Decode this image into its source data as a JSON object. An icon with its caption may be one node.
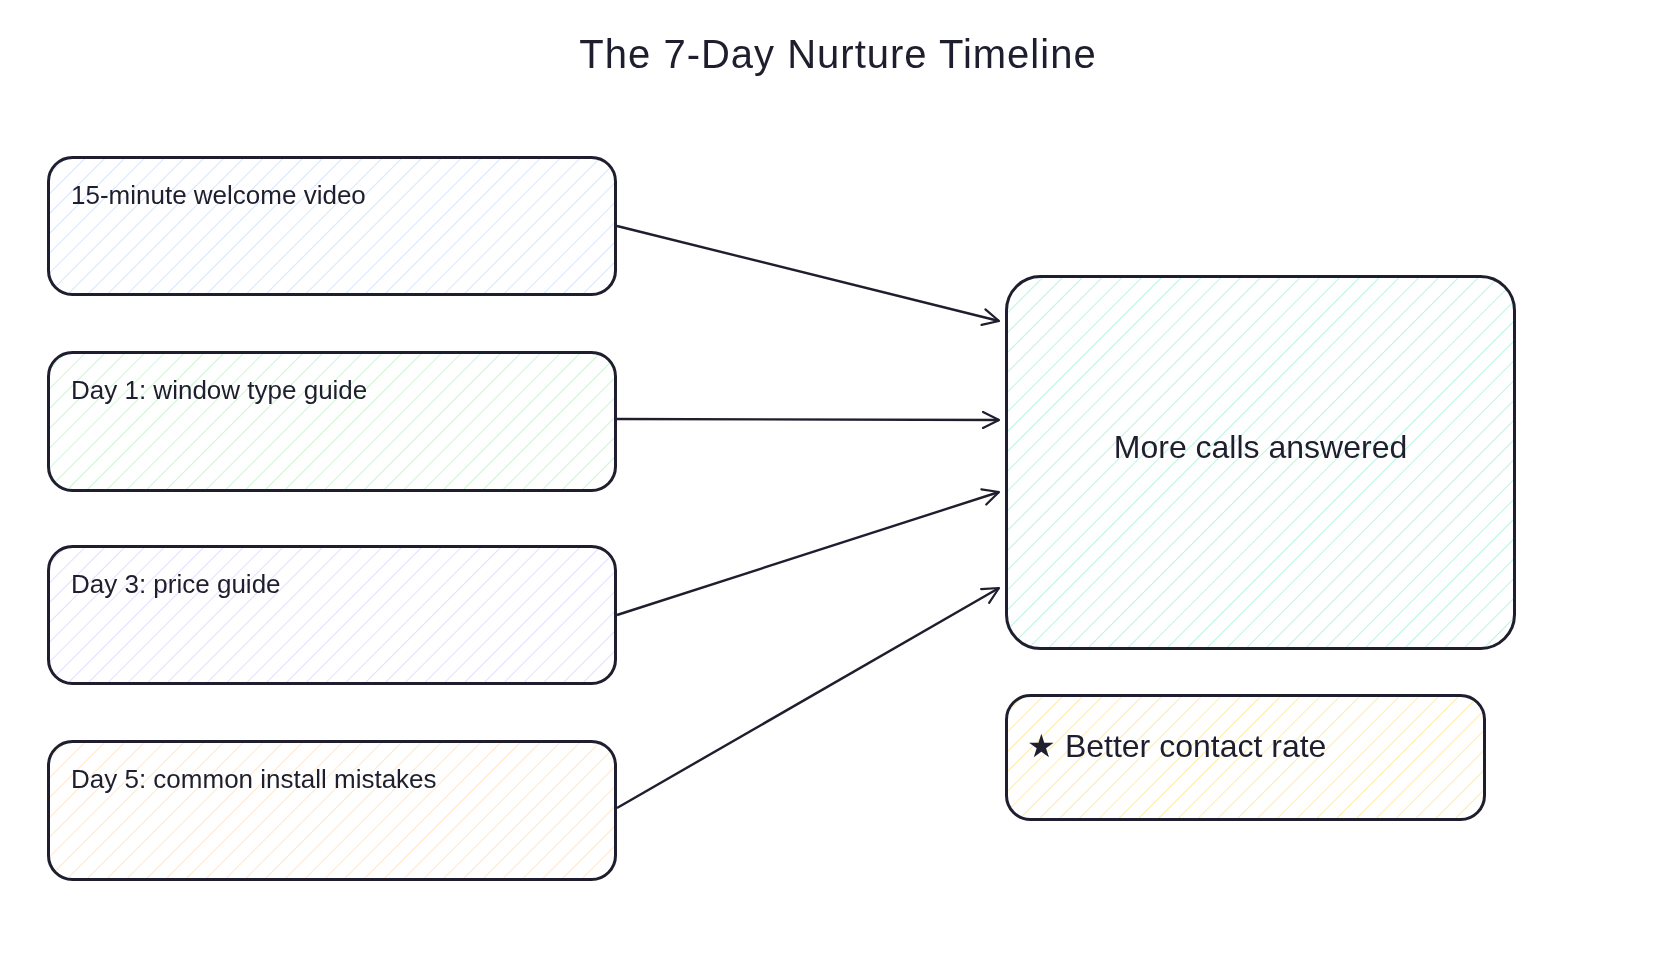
{
  "diagram": {
    "title": "The 7-Day Nurture Timeline",
    "nodes": [
      {
        "text": [
          "15-minute welcome video"
        ]
      },
      {
        "text": [
          "Day 1: window type guide"
        ]
      },
      {
        "text": [
          "Day 3: price guide"
        ]
      },
      {
        "text": [
          "Day 5: common install mistakes"
        ]
      },
      {
        "text": [
          "More calls answered"
        ]
      },
      {
        "text": [
          "★ Better contact rate"
        ]
      }
    ],
    "edges": [
      {
        "from": 0,
        "to": 4,
        "arrow": "to"
      },
      {
        "from": 1,
        "to": 4,
        "arrow": "to"
      },
      {
        "from": 2,
        "to": 4,
        "arrow": "to"
      },
      {
        "from": 3,
        "to": 4,
        "arrow": "to"
      }
    ]
  }
}
